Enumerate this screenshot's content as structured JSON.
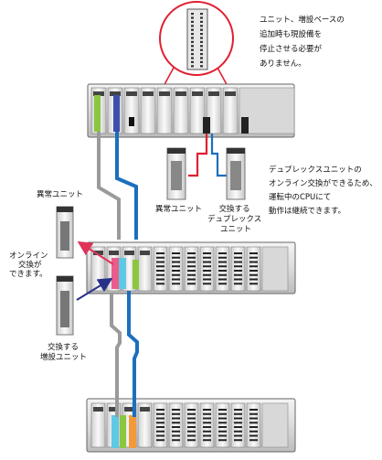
{
  "callout_top": {
    "lines": [
      "ユニット、増設ベースの",
      "追加時も現設備を",
      "停止させる必要が",
      "ありません。"
    ]
  },
  "callout_duplex": {
    "lines": [
      "デュプレックスユニットの",
      "オンライン交換ができるため、",
      "運転中のCPUにて",
      "動作は継続できます。"
    ]
  },
  "labels": {
    "faulty_unit_left": "異常ユニット",
    "faulty_unit_mid": "異常ユニット",
    "online_swap": [
      "オンライン",
      "交換が",
      "できます。"
    ],
    "swap_expansion": [
      "交換する",
      "増設ユニット"
    ],
    "swap_duplex": [
      "交換する",
      "デュプレックス",
      "ユニット"
    ]
  },
  "colors": {
    "cable_gray": "#9a9a9a",
    "cable_blue": "#1b6fbe",
    "arrow_red": "#e0335a",
    "arrow_navy": "#27318a",
    "module_green": "#8cc63f",
    "module_blue": "#3b4fb0",
    "module_cyan": "#5ec8e5",
    "module_orange": "#f29a3a",
    "module_pink": "#ec5c8a"
  }
}
